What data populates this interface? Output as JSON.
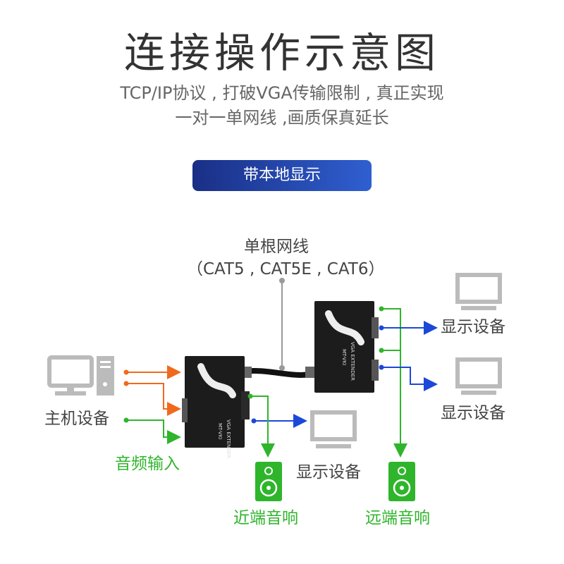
{
  "header": {
    "title": "连接操作示意图",
    "subtitle_line1": "TCP/IP协议 , 打破VGA传输限制 , 真正实现",
    "subtitle_line2": "一对一单网线 ,画质保真延长"
  },
  "badge": {
    "label": "带本地显示"
  },
  "cable": {
    "label": "单根网线",
    "types": "（CAT5 , CAT5E , CAT6）"
  },
  "nodes": {
    "host": "主机设备",
    "audio_input": "音频输入",
    "local_display": "显示设备",
    "near_speaker": "近端音响",
    "remote_display_1": "显示设备",
    "remote_display_2": "显示设备",
    "far_speaker": "远端音响"
  },
  "devices": {
    "transmitter_model": "MT-VKI",
    "transmitter_name": "VGA EXTENDER",
    "receiver_model": "MT-VKI",
    "receiver_name": "VGA EXTENDER"
  },
  "colors": {
    "vga_in": "#f06a1c",
    "video_out": "#1c48d8",
    "audio": "#2fb52c",
    "cable_tap": "#9a9a9a",
    "device_body": "#1c1c1c",
    "pill_start": "#1a2f86",
    "pill_end": "#2f5fd0"
  }
}
